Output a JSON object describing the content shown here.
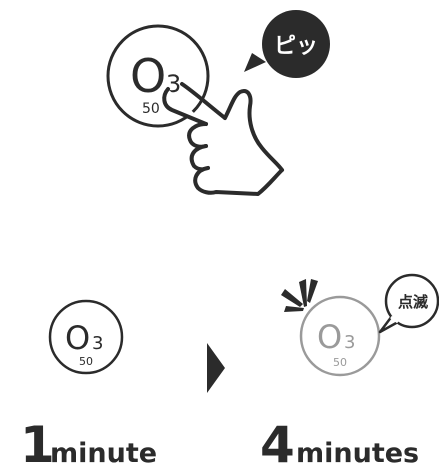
{
  "top_button": {
    "symbol": "O",
    "subscript": "3",
    "level": "50",
    "speech": "ピッ"
  },
  "step_one": {
    "symbol": "O",
    "subscript": "3",
    "level": "50",
    "number": "1",
    "unit": "minute"
  },
  "step_two": {
    "symbol": "O",
    "subscript": "3",
    "level": "50",
    "speech": "点滅",
    "number": "4",
    "unit": "minutes"
  },
  "colors": {
    "ink": "#2b2b2b",
    "faded": "#9a9a9a",
    "bubble": "#2b2b2b"
  }
}
